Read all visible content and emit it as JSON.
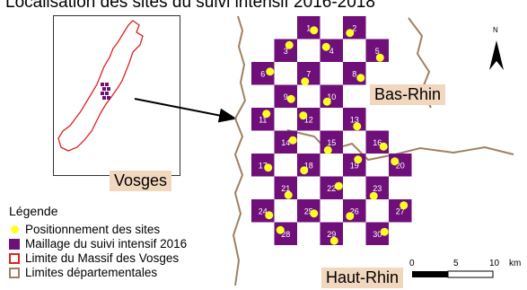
{
  "title": "Localisation des sites du suivi intensif 2016-2018",
  "labels": {
    "vosges": "Vosges",
    "bas_rhin": "Bas-Rhin",
    "haut_rhin": "Haut-Rhin"
  },
  "legend": {
    "title": "Légende",
    "items": [
      {
        "symbol": "dot",
        "label": "Positionnement des sites",
        "color": "#ffff22"
      },
      {
        "symbol": "grid",
        "label": "Maillage du suivi intensif 2016",
        "color": "#6f0f7a"
      },
      {
        "symbol": "vosges",
        "label": "Limite du Massif des Vosges",
        "color": "#e02020"
      },
      {
        "symbol": "dept",
        "label": "Limites départementales",
        "color": "#a08060"
      }
    ]
  },
  "north_label": "N",
  "scale": {
    "ticks": [
      "0",
      "5",
      "10"
    ],
    "unit": "km"
  },
  "grid_cells": [
    {
      "n": "1",
      "c": 2,
      "r": 0
    },
    {
      "n": "2",
      "c": 4,
      "r": 0
    },
    {
      "n": "3",
      "c": 1,
      "r": 1
    },
    {
      "n": "4",
      "c": 3,
      "r": 1
    },
    {
      "n": "5",
      "c": 5,
      "r": 1
    },
    {
      "n": "6",
      "c": 0,
      "r": 2
    },
    {
      "n": "7",
      "c": 2,
      "r": 2
    },
    {
      "n": "8",
      "c": 4,
      "r": 2
    },
    {
      "n": "9",
      "c": 1,
      "r": 3
    },
    {
      "n": "10",
      "c": 3,
      "r": 3
    },
    {
      "n": "11",
      "c": 0,
      "r": 4
    },
    {
      "n": "12",
      "c": 2,
      "r": 4
    },
    {
      "n": "13",
      "c": 4,
      "r": 4
    },
    {
      "n": "14",
      "c": 1,
      "r": 5
    },
    {
      "n": "15",
      "c": 3,
      "r": 5
    },
    {
      "n": "16",
      "c": 5,
      "r": 5
    },
    {
      "n": "17",
      "c": 0,
      "r": 6
    },
    {
      "n": "18",
      "c": 2,
      "r": 6
    },
    {
      "n": "19",
      "c": 4,
      "r": 6
    },
    {
      "n": "20",
      "c": 6,
      "r": 6
    },
    {
      "n": "21",
      "c": 1,
      "r": 7
    },
    {
      "n": "22",
      "c": 3,
      "r": 7
    },
    {
      "n": "23",
      "c": 5,
      "r": 7
    },
    {
      "n": "24",
      "c": 0,
      "r": 8
    },
    {
      "n": "25",
      "c": 2,
      "r": 8
    },
    {
      "n": "26",
      "c": 4,
      "r": 8
    },
    {
      "n": "27",
      "c": 6,
      "r": 8
    },
    {
      "n": "28",
      "c": 1,
      "r": 9
    },
    {
      "n": "29",
      "c": 3,
      "r": 9
    },
    {
      "n": "30",
      "c": 5,
      "r": 9
    }
  ],
  "colors": {
    "grid": "#6f0f7a",
    "site": "#ffff22",
    "massif": "#e02020",
    "department": "#a08060",
    "label_bg": "#f2d7bf"
  }
}
